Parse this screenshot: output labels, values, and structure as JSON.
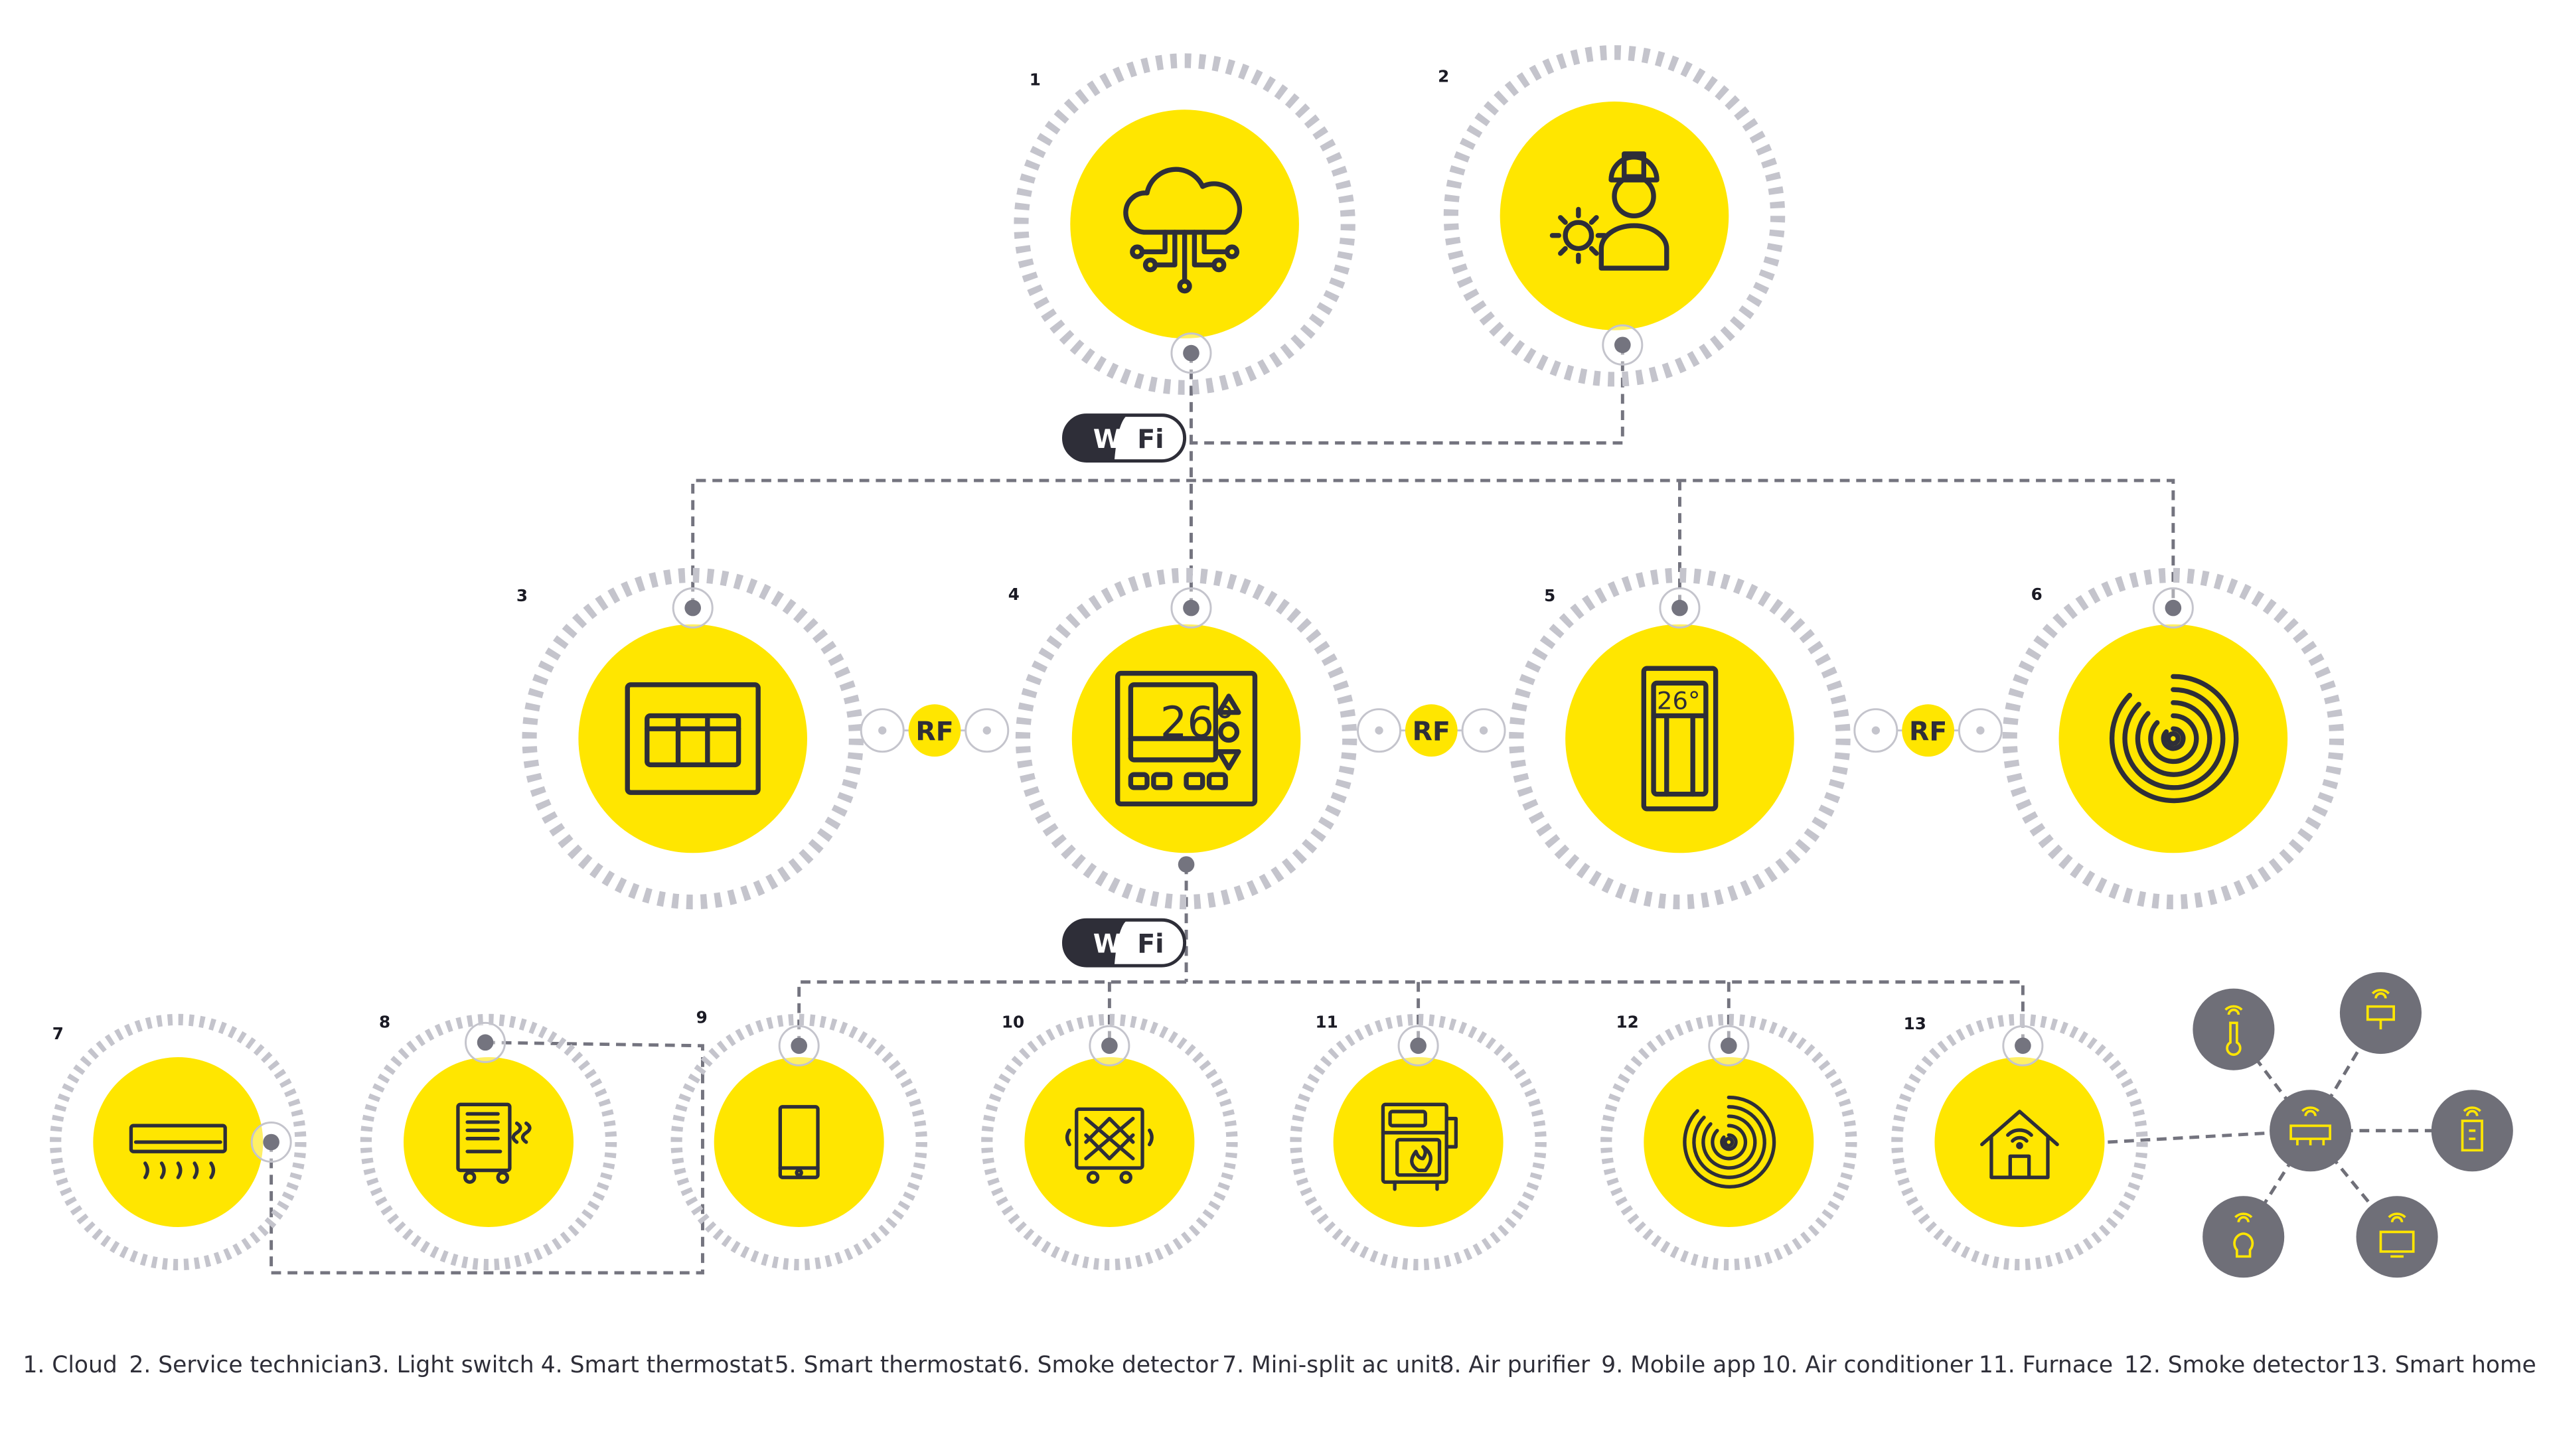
{
  "colors": {
    "yellow": "#ffe600",
    "ring": "#c4c4cc",
    "dark": "#2e2e38",
    "connector": "#74747f",
    "hub": "#6f6f78"
  },
  "nodes": [
    {
      "num": "1",
      "label": "Cloud",
      "icon": "cloud-network-icon"
    },
    {
      "num": "2",
      "label": "Service technician",
      "icon": "technician-gear-icon"
    },
    {
      "num": "3",
      "label": "Light switch",
      "icon": "light-switch-icon"
    },
    {
      "num": "4",
      "label": "Smart thermostat",
      "icon": "thermostat-icon",
      "display": "26°"
    },
    {
      "num": "5",
      "label": "Smart thermostat",
      "icon": "wall-thermostat-icon",
      "display": "26°"
    },
    {
      "num": "6",
      "label": "Smoke detector",
      "icon": "smoke-detector-icon"
    },
    {
      "num": "7",
      "label": "Mini-split ac unit",
      "icon": "mini-split-ac-icon"
    },
    {
      "num": "8",
      "label": "Air purifier",
      "icon": "air-purifier-icon"
    },
    {
      "num": "9",
      "label": "Mobile app",
      "icon": "mobile-phone-icon"
    },
    {
      "num": "10",
      "label": "Air conditioner",
      "icon": "air-conditioner-icon"
    },
    {
      "num": "11",
      "label": "Furnace",
      "icon": "furnace-icon"
    },
    {
      "num": "12",
      "label": "Smoke detector",
      "icon": "smoke-detector-icon"
    },
    {
      "num": "13",
      "label": "Smart home",
      "icon": "smart-home-icon"
    }
  ],
  "badges": {
    "rf": "RF",
    "wifi_left": "Wi",
    "wifi_right": "Fi"
  },
  "legend": [
    "1. Cloud",
    "2. Service technician",
    "3. Light switch",
    "4. Smart thermostat",
    "5. Smart thermostat",
    "6. Smoke detector",
    "7. Mini-split ac unit",
    "8. Air purifier",
    "9. Mobile app",
    "10. Air conditioner",
    "11. Furnace",
    "12. Smoke detector",
    "13. Smart home"
  ],
  "smart_home_hub": {
    "center": "ac-unit-wifi-icon",
    "satellites": [
      "thermometer-wifi-icon",
      "security-camera-wifi-icon",
      "remote-control-wifi-icon",
      "tv-wifi-icon",
      "light-bulb-wifi-icon"
    ]
  }
}
